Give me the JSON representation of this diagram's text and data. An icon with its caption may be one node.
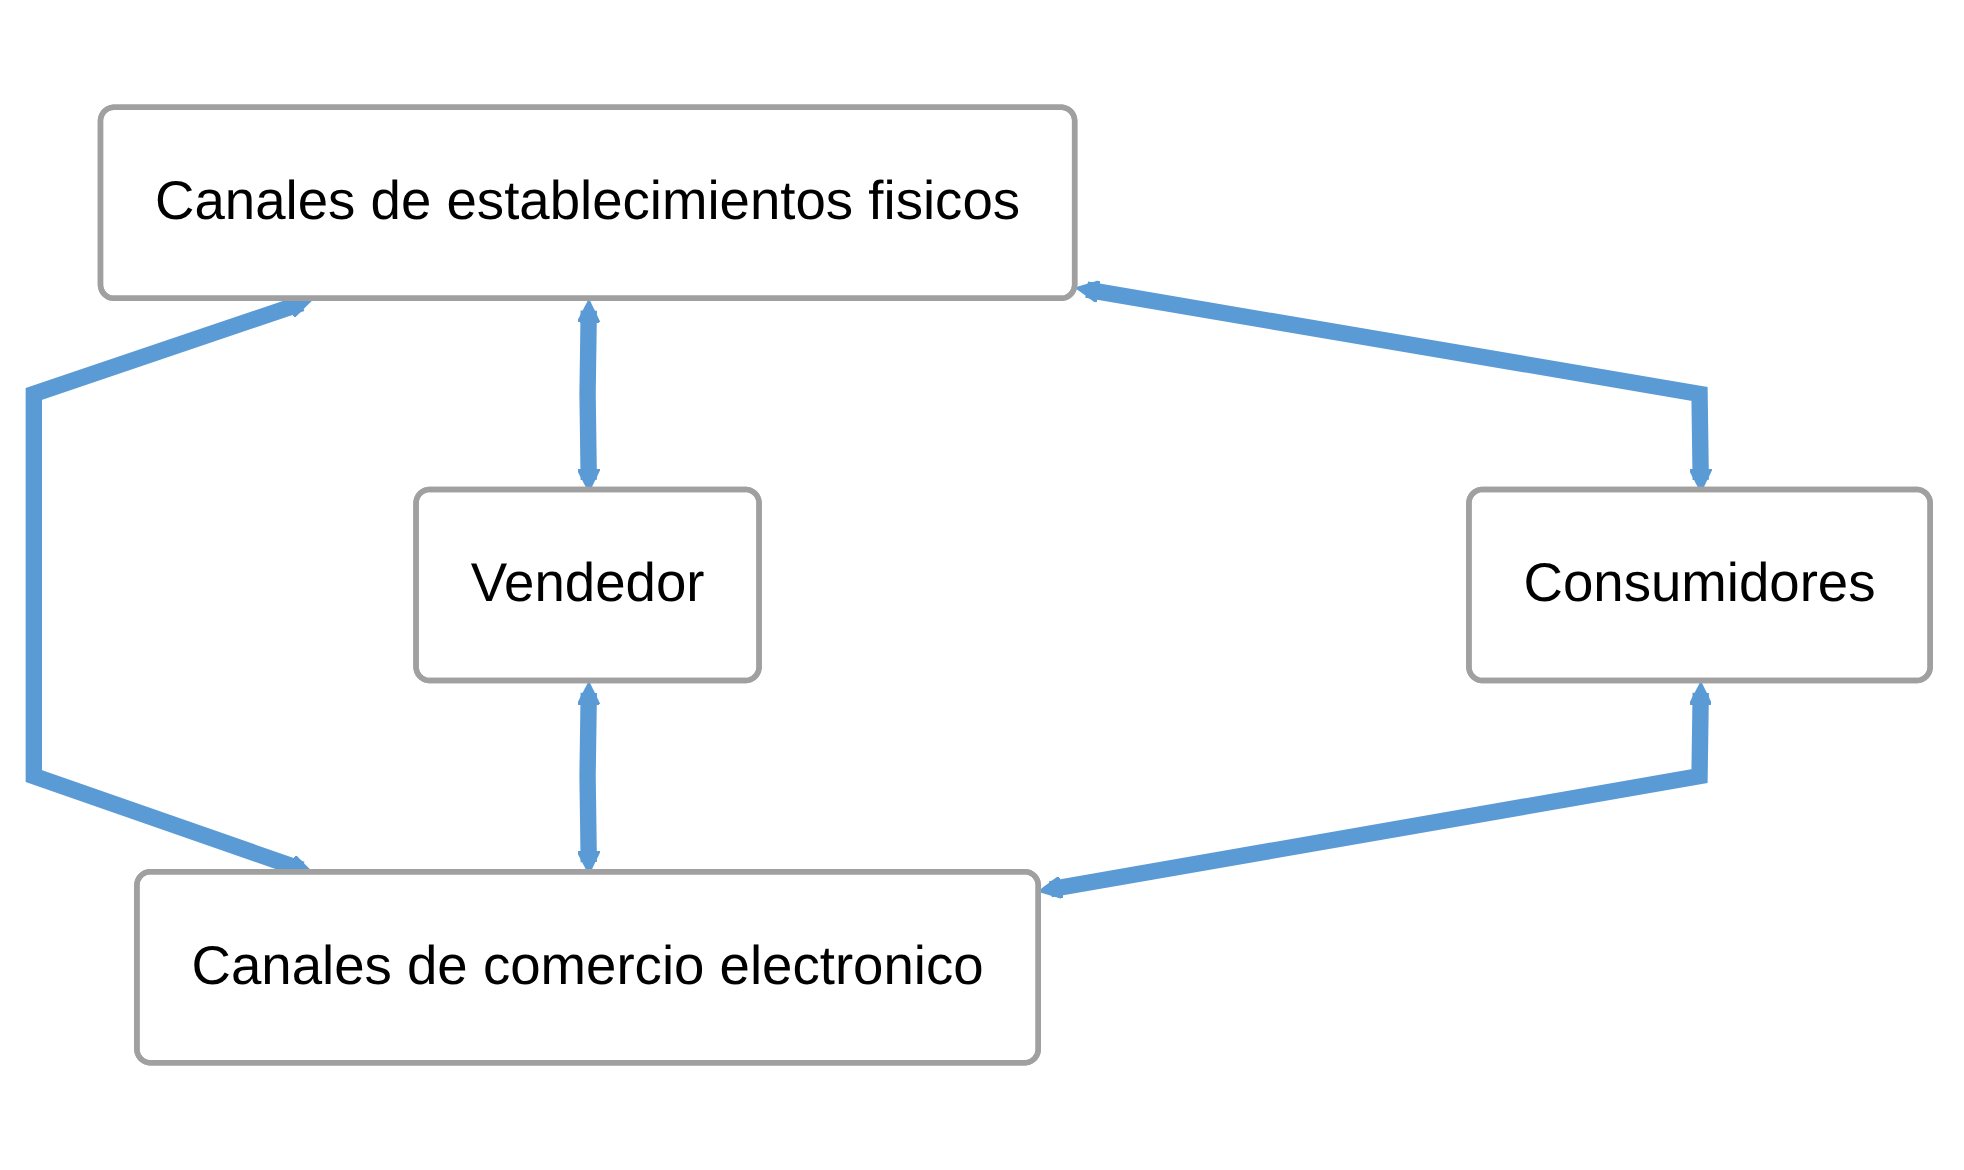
{
  "diagram": {
    "nodes": [
      {
        "text": [
          "Canales de establecimientos fisicos"
        ]
      },
      {
        "text": [
          "Vendedor"
        ]
      },
      {
        "text": [
          "Consumidores"
        ]
      },
      {
        "text": [
          "Canales de comercio electronico"
        ]
      }
    ],
    "edges": [
      {
        "from": 0,
        "to": 1,
        "arrow": "both"
      },
      {
        "from": 0,
        "to": 2,
        "arrow": "both"
      },
      {
        "from": 0,
        "to": 3,
        "arrow": "both"
      },
      {
        "from": 1,
        "to": 3,
        "arrow": "both"
      },
      {
        "from": 2,
        "to": 3,
        "arrow": "both"
      }
    ]
  }
}
